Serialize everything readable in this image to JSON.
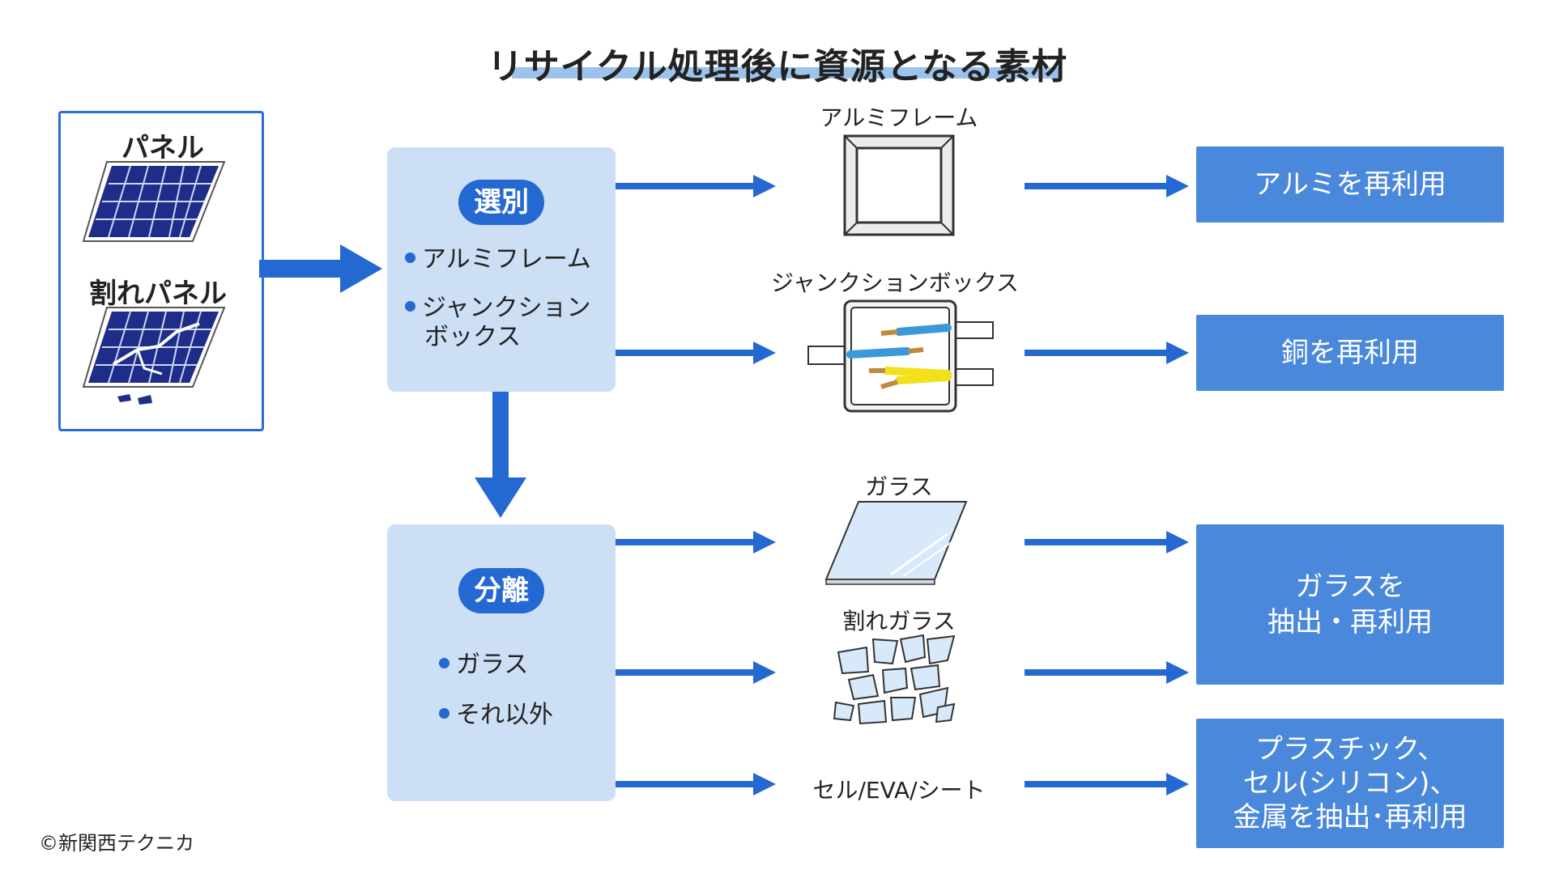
{
  "title": "リサイクル処理後に資源となる素材",
  "input": {
    "panel_label": "パネル",
    "broken_panel_label": "割れパネル"
  },
  "sorting": {
    "badge": "選別",
    "items": [
      "アルミフレーム",
      "ジャンクション",
      "ボックス"
    ]
  },
  "separation": {
    "badge": "分離",
    "items": [
      "ガラス",
      "それ以外"
    ]
  },
  "materials": {
    "aluminum_frame": "アルミフレーム",
    "junction_box": "ジャンクションボックス",
    "glass": "ガラス",
    "broken_glass": "割れガラス",
    "cell_eva_sheet": "セル/EVA/シート"
  },
  "results": {
    "aluminum": "アルミを再利用",
    "copper": "銅を再利用",
    "glass": "ガラスを\n抽出・再利用",
    "others": "プラスチック、\nセル(シリコン)、\n金属を抽出･再利用"
  },
  "copyright": "©新関西テクニカ",
  "colors": {
    "arrow": "#2468d2",
    "section_bg": "#cddff5",
    "result_bg": "#4a88db",
    "title_underline": "#9cc3ec",
    "panel_cell": "#1f2d8a"
  }
}
